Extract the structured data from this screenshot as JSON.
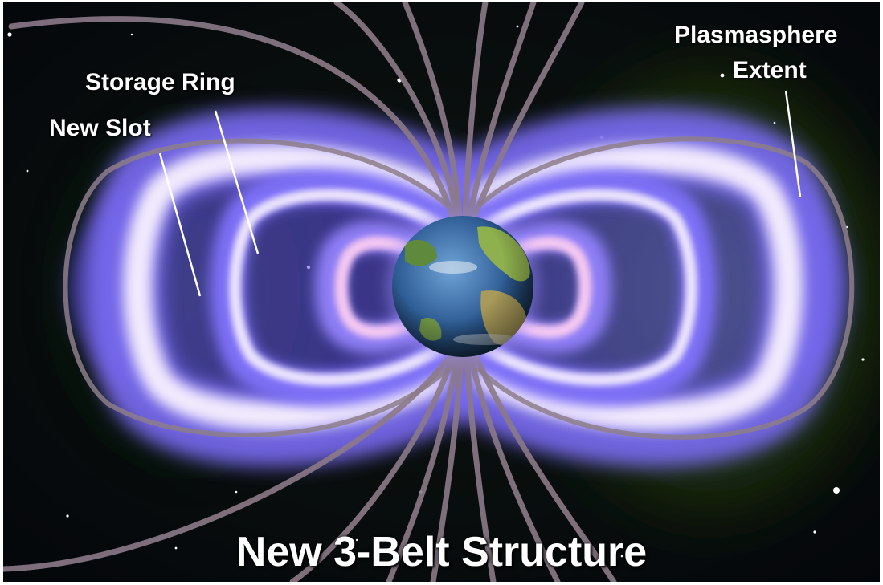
{
  "title": "New 3-Belt Structure",
  "labels": {
    "new_slot": "New Slot",
    "storage_ring": "Storage Ring",
    "plasmasphere_line1": "Plasmasphere",
    "plasmasphere_line2": "Extent"
  },
  "colors": {
    "space": "#05070c",
    "plasmasphere_glow": "#4c7a1e",
    "belt_violet": "#6f5cf2",
    "belt_core": "#f4eefc",
    "field_line": "#8c7a88",
    "ocean": "#2c5a92",
    "land": "#8fb04e"
  }
}
